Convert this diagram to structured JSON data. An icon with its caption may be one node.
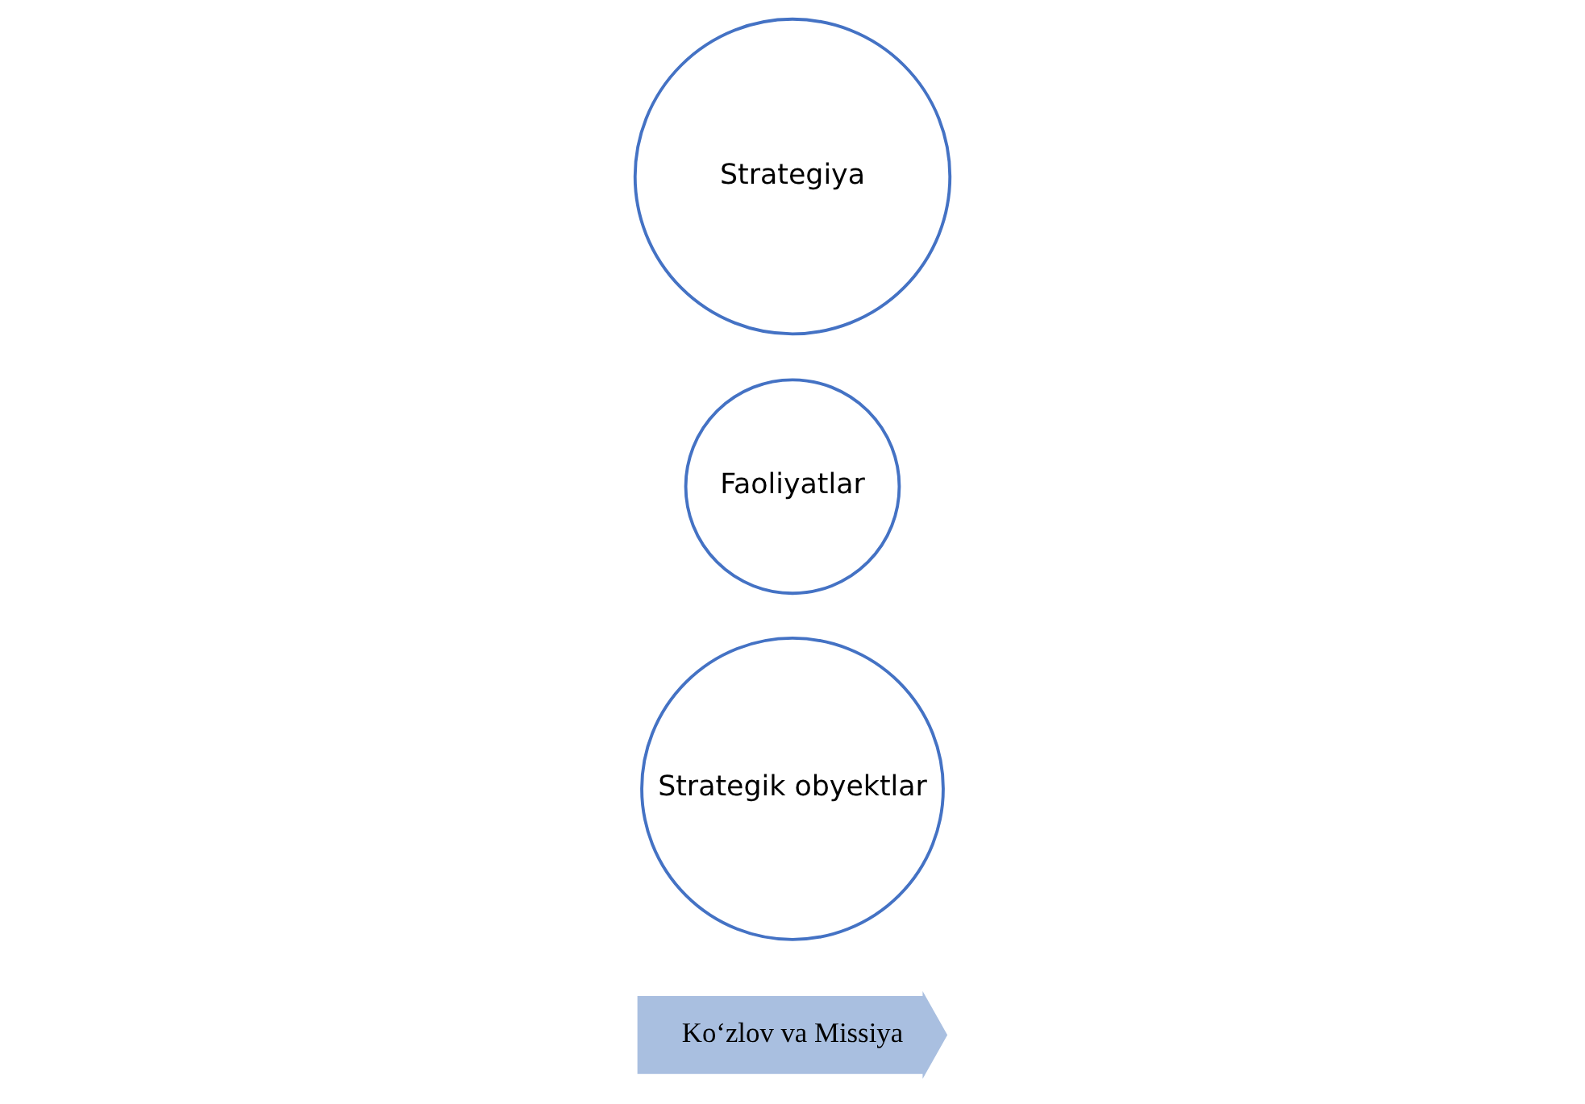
{
  "diagram": {
    "nodes": [
      {
        "text": [
          "Faoliyatlar"
        ]
      },
      {
        "text": [
          "Strategik obyektlar"
        ]
      },
      {
        "text": [
          "Strategiya"
        ]
      },
      {
        "text": [
          "Ko‘zlov va Missiya"
        ]
      }
    ]
  }
}
